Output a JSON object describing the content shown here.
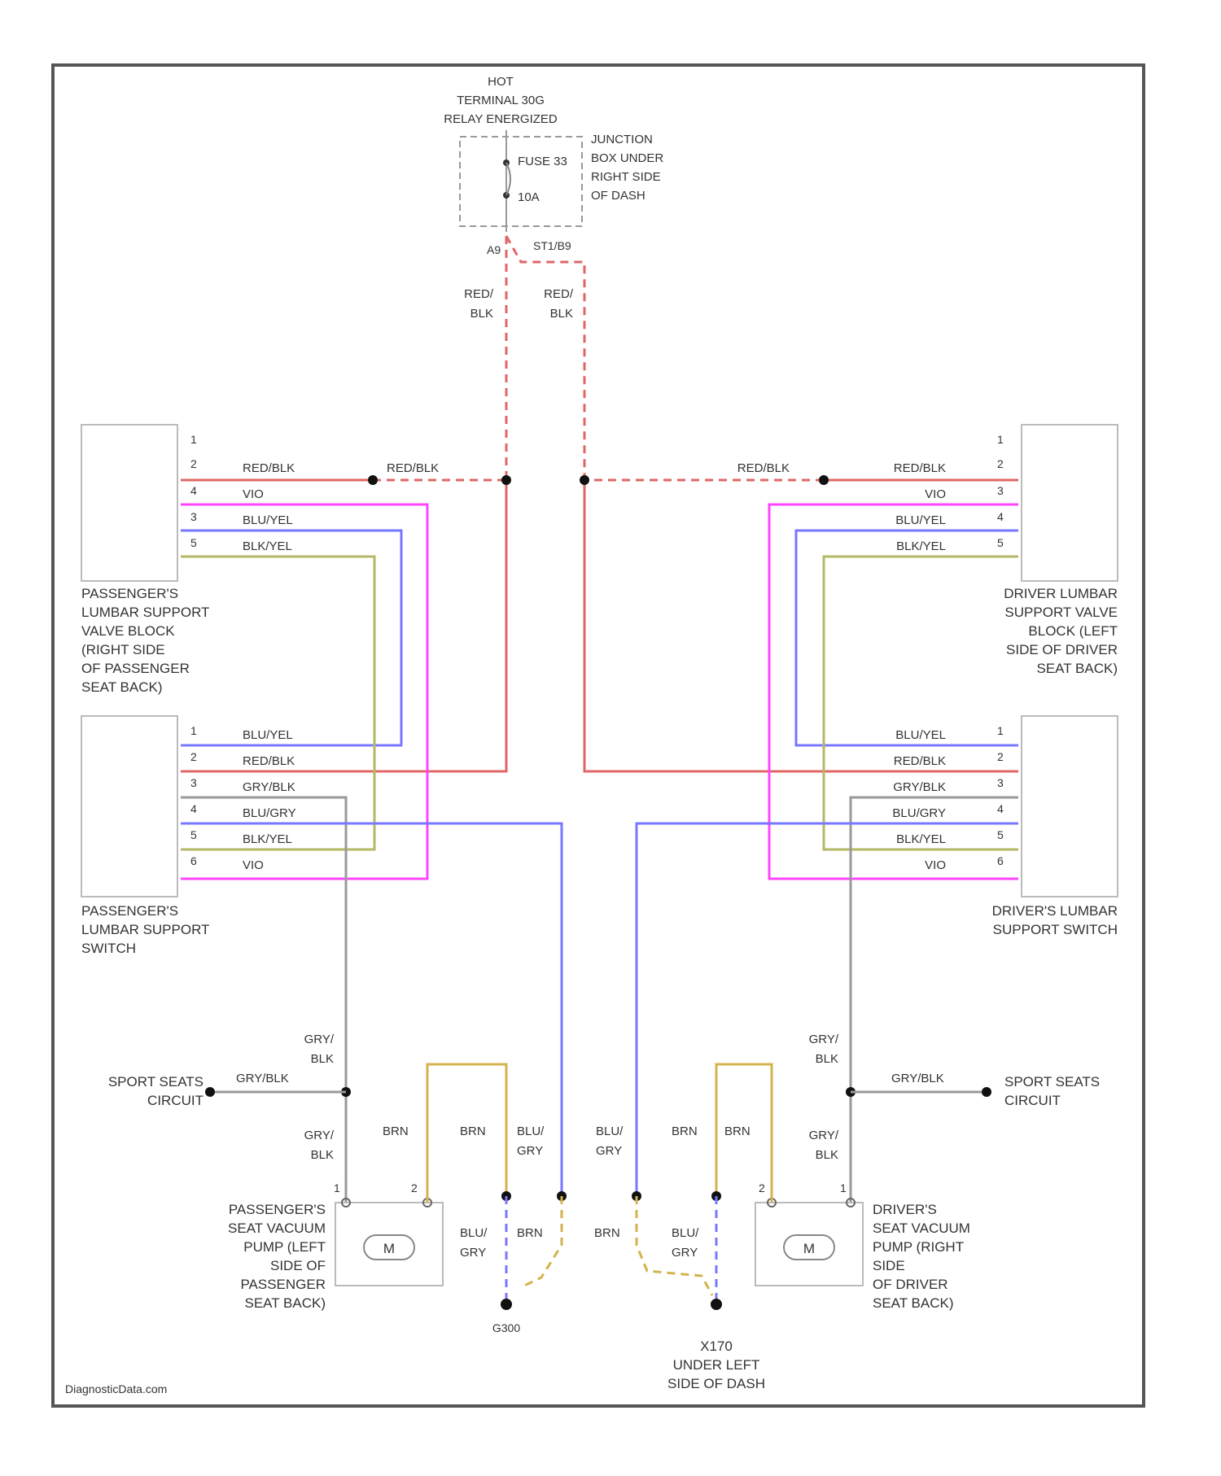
{
  "hot_label": [
    "HOT",
    "TERMINAL 30G",
    "RELAY ENERGIZED"
  ],
  "fuse": {
    "name": "FUSE 33",
    "rating": "10A"
  },
  "junction_box": [
    "JUNCTION",
    "BOX UNDER",
    "RIGHT SIDE",
    "OF DASH"
  ],
  "connectors": {
    "left_top": "A9",
    "right_top": "ST1/B9"
  },
  "top_wires": {
    "left": [
      "RED/",
      "BLK"
    ],
    "right": [
      "RED/",
      "BLK"
    ]
  },
  "components": {
    "pass_valve": [
      "PASSENGER'S",
      "LUMBAR SUPPORT",
      "VALVE BLOCK",
      "(RIGHT SIDE",
      "OF PASSENGER",
      "SEAT BACK)"
    ],
    "pass_switch": [
      "PASSENGER'S",
      "LUMBAR SUPPORT",
      "SWITCH"
    ],
    "drv_valve": [
      "DRIVER LUMBAR",
      "SUPPORT VALVE",
      "BLOCK (LEFT",
      "SIDE OF DRIVER",
      "SEAT BACK)"
    ],
    "drv_switch": [
      "DRIVER'S LUMBAR",
      "SUPPORT SWITCH"
    ],
    "pass_pump": [
      "PASSENGER'S",
      "SEAT VACUUM",
      "PUMP (LEFT",
      "SIDE OF",
      "PASSENGER",
      "SEAT BACK)"
    ],
    "drv_pump": [
      "DRIVER'S",
      "SEAT VACUUM",
      "PUMP (RIGHT",
      "SIDE",
      "OF DRIVER",
      "SEAT BACK)"
    ]
  },
  "motor_label": "M",
  "sport_seats": {
    "left": [
      "SPORT SEATS",
      "CIRCUIT"
    ],
    "right": [
      "SPORT SEATS",
      "CIRCUIT"
    ]
  },
  "wire_labels": {
    "red_blk": "RED/BLK",
    "vio": "VIO",
    "blu_yel": "BLU/YEL",
    "blk_yel": "BLK/YEL",
    "gry_blk": "GRY/BLK",
    "blu_gry": "BLU/GRY",
    "brn": "BRN",
    "gry": "GRY/",
    "blk": "BLK",
    "blu": "BLU/",
    "gry2": "GRY"
  },
  "grounds": {
    "left": [
      "G300"
    ],
    "right": [
      "X170",
      "UNDER LEFT",
      "SIDE OF DASH"
    ]
  },
  "watermark": "DiagnosticData.com",
  "wire_colors": {
    "red": "#e06666",
    "pink": "#ff44ff",
    "blue": "#7777ff",
    "olive": "#b5b866",
    "gray": "#999999",
    "brown": "#d4b24c",
    "frame": "#555555"
  }
}
